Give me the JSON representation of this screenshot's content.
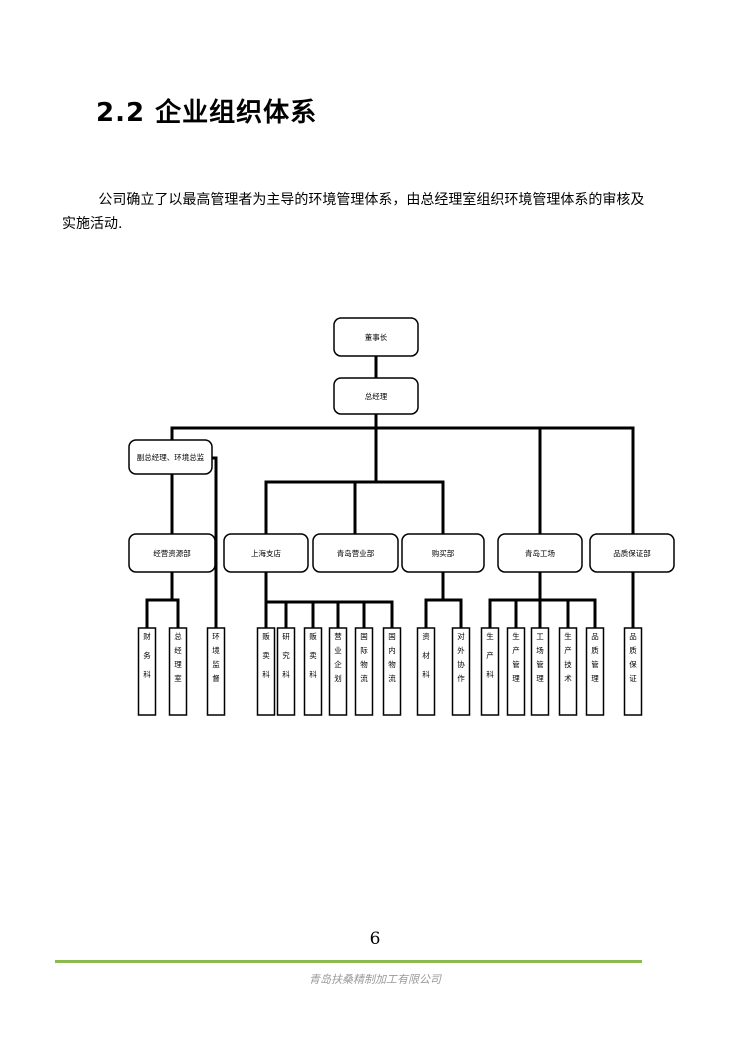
{
  "section": {
    "heading": "2.2 企业组织体系"
  },
  "paragraph": "公司确立了以最高管理者为主导的环境管理体系，由总经理室组织环境管理体系的审核及实施活动.",
  "org_chart": {
    "top": "董事长",
    "gm": "总经理",
    "deputy": "副总经理、环境总监",
    "departments": [
      "经营资源部",
      "上海支店",
      "青岛营业部",
      "购买部",
      "青岛工场",
      "品质保证部"
    ],
    "units": [
      "财务科",
      "总经理室",
      "环境监督",
      "贩卖科",
      "研究科",
      "贩卖科",
      "营业企划",
      "国际物流",
      "国内物流",
      "资材科",
      "对外协作",
      "生产科",
      "生产管理",
      "工场管理",
      "生产技术",
      "品质管理",
      "品质保证"
    ]
  },
  "page_number": "6",
  "footer": {
    "company": "青岛扶桑精制加工有限公司",
    "line_color": "#8bba4f"
  }
}
